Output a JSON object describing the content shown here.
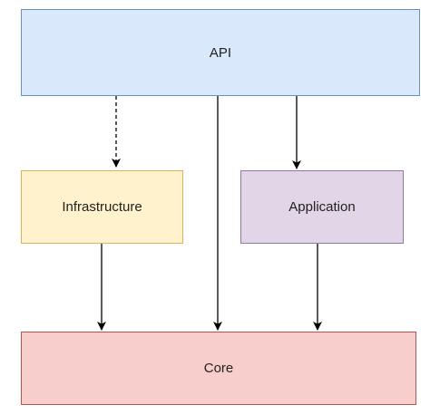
{
  "nodes": {
    "api": {
      "label": "API",
      "fill": "#dae8fc",
      "stroke": "#6c8ebf"
    },
    "infrastructure": {
      "label": "Infrastructure",
      "fill": "#fff2cc",
      "stroke": "#d6b656"
    },
    "application": {
      "label": "Application",
      "fill": "#e1d5e7",
      "stroke": "#9673a6"
    },
    "core": {
      "label": "Core",
      "fill": "#f8cecc",
      "stroke": "#b85450"
    }
  },
  "edges": [
    {
      "from": "API",
      "to": "Infrastructure",
      "style": "dashed"
    },
    {
      "from": "API",
      "to": "Core",
      "style": "solid"
    },
    {
      "from": "API",
      "to": "Application",
      "style": "solid"
    },
    {
      "from": "Infrastructure",
      "to": "Core",
      "style": "solid"
    },
    {
      "from": "Application",
      "to": "Core",
      "style": "solid"
    }
  ],
  "colors": {
    "edge": "#000000"
  }
}
